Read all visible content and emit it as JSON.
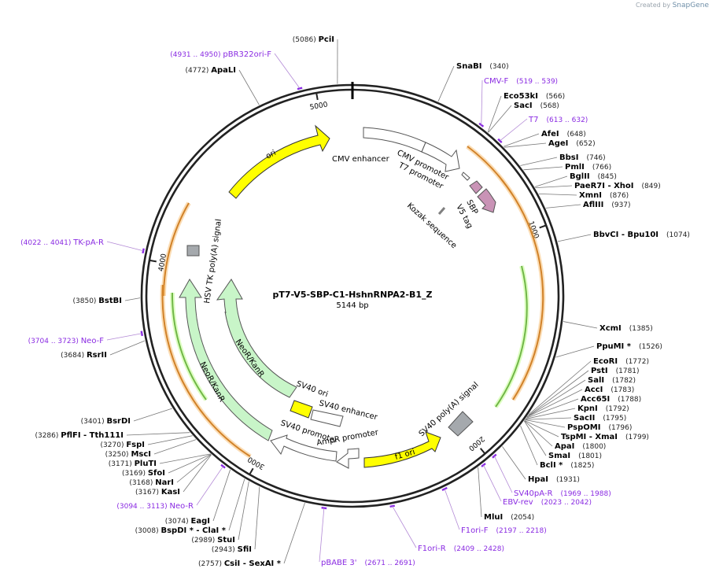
{
  "credit": {
    "prefix": "Created by",
    "brand": "SnapGene"
  },
  "plasmid": {
    "name": "pT7-V5-SBP-C1-HshnRNPA2-B1_Z",
    "length_label": "5144 bp",
    "length": 5144
  },
  "ticks": [
    {
      "bp": 1000,
      "label": "1000"
    },
    {
      "bp": 2000,
      "label": "2000"
    },
    {
      "bp": 3000,
      "label": "3000"
    },
    {
      "bp": 4000,
      "label": "4000"
    },
    {
      "bp": 5000,
      "label": "5000"
    }
  ],
  "enzymes_right": [
    {
      "name": "SnaBI",
      "pos": "(340)",
      "site": 340
    },
    {
      "name": "Eco53kI",
      "pos": "(566)",
      "site": 566
    },
    {
      "name": "SacI",
      "pos": "(568)",
      "site": 568
    },
    {
      "name": "AfeI",
      "pos": "(648)",
      "site": 648
    },
    {
      "name": "AgeI",
      "pos": "(652)",
      "site": 652
    },
    {
      "name": "BbsI",
      "pos": "(746)",
      "site": 746
    },
    {
      "name": "PmlI",
      "pos": "(766)",
      "site": 766
    },
    {
      "name": "BglII",
      "pos": "(845)",
      "site": 845
    },
    {
      "name": "PaeR7I - XhoI",
      "pos": "(849)",
      "site": 849
    },
    {
      "name": "XmnI",
      "pos": "(876)",
      "site": 876
    },
    {
      "name": "AflIII",
      "pos": "(937)",
      "site": 937
    },
    {
      "name": "BbvCI - Bpu10I",
      "pos": "(1074)",
      "site": 1074
    },
    {
      "name": "XcmI",
      "pos": "(1385)",
      "site": 1385
    },
    {
      "name": "PpuMI *",
      "pos": "(1526)",
      "site": 1526
    },
    {
      "name": "EcoRI",
      "pos": "(1772)",
      "site": 1772
    },
    {
      "name": "PstI",
      "pos": "(1781)",
      "site": 1781
    },
    {
      "name": "SalI",
      "pos": "(1782)",
      "site": 1782
    },
    {
      "name": "AccI",
      "pos": "(1783)",
      "site": 1783
    },
    {
      "name": "Acc65I",
      "pos": "(1788)",
      "site": 1788
    },
    {
      "name": "KpnI",
      "pos": "(1792)",
      "site": 1792
    },
    {
      "name": "SacII",
      "pos": "(1795)",
      "site": 1795
    },
    {
      "name": "PspOMI",
      "pos": "(1796)",
      "site": 1796
    },
    {
      "name": "TspMI - XmaI",
      "pos": "(1799)",
      "site": 1799
    },
    {
      "name": "ApaI",
      "pos": "(1800)",
      "site": 1800
    },
    {
      "name": "SmaI",
      "pos": "(1801)",
      "site": 1801
    },
    {
      "name": "BclI *",
      "pos": "(1825)",
      "site": 1825
    },
    {
      "name": "HpaI",
      "pos": "(1931)",
      "site": 1931
    },
    {
      "name": "MluI",
      "pos": "(2054)",
      "site": 2054
    }
  ],
  "enzymes_left": [
    {
      "name": "PciI",
      "pos": "(5086)",
      "site": 5086
    },
    {
      "name": "ApaLI",
      "pos": "(4772)",
      "site": 4772
    },
    {
      "name": "BstBI",
      "pos": "(3850)",
      "site": 3850
    },
    {
      "name": "RsrII",
      "pos": "(3684)",
      "site": 3684
    },
    {
      "name": "BsrDI",
      "pos": "(3401)",
      "site": 3401
    },
    {
      "name": "PflFI - Tth111I",
      "pos": "(3286)",
      "site": 3286
    },
    {
      "name": "FspI",
      "pos": "(3270)",
      "site": 3270
    },
    {
      "name": "MscI",
      "pos": "(3250)",
      "site": 3250
    },
    {
      "name": "PluTI",
      "pos": "(3171)",
      "site": 3171
    },
    {
      "name": "SfoI",
      "pos": "(3169)",
      "site": 3169
    },
    {
      "name": "NarI",
      "pos": "(3168)",
      "site": 3168
    },
    {
      "name": "KasI",
      "pos": "(3167)",
      "site": 3167
    },
    {
      "name": "EagI",
      "pos": "(3074)",
      "site": 3074
    },
    {
      "name": "BspDI * - ClaI *",
      "pos": "(3008)",
      "site": 3008
    },
    {
      "name": "StuI",
      "pos": "(2989)",
      "site": 2989
    },
    {
      "name": "SfiI",
      "pos": "(2943)",
      "site": 2943
    },
    {
      "name": "CsiI - SexAI *",
      "pos": "(2757)",
      "site": 2757
    }
  ],
  "primers": [
    {
      "name": "CMV-F",
      "range": "(519 .. 539)",
      "start": 519,
      "end": 539
    },
    {
      "name": "T7",
      "range": "(613 .. 632)",
      "start": 613,
      "end": 632
    },
    {
      "name": "SV40pA-R",
      "range": "(1969 .. 1988)",
      "start": 1969,
      "end": 1988
    },
    {
      "name": "EBV-rev",
      "range": "(2023 .. 2042)",
      "start": 2023,
      "end": 2042
    },
    {
      "name": "F1ori-F",
      "range": "(2197 .. 2218)",
      "start": 2197,
      "end": 2218
    },
    {
      "name": "F1ori-R",
      "range": "(2409 .. 2428)",
      "start": 2409,
      "end": 2428
    },
    {
      "name": "pBABE 3'",
      "range": "(2671 .. 2691)",
      "start": 2671,
      "end": 2691
    },
    {
      "name": "Neo-R",
      "range": "(3094 .. 3113)",
      "start": 3094,
      "end": 3113
    },
    {
      "name": "Neo-F",
      "range": "(3704 .. 3723)",
      "start": 3704,
      "end": 3723
    },
    {
      "name": "TK-pA-R",
      "range": "(4022 .. 4041)",
      "start": 4022,
      "end": 4041
    },
    {
      "name": "pBR322ori-F",
      "range": "(4931 .. 4950)",
      "start": 4931,
      "end": 4950
    }
  ],
  "features": [
    {
      "name": "CMV enhancer",
      "color": "#ffffff"
    },
    {
      "name": "CMV promoter",
      "color": "#ffffff"
    },
    {
      "name": "T7 promoter",
      "color": "#ffffff"
    },
    {
      "name": "Kozak sequence",
      "color": "#808080"
    },
    {
      "name": "V5 tag",
      "color": "#c993b6"
    },
    {
      "name": "SBP",
      "color": "#c993b6"
    },
    {
      "name": "SV40 poly(A) signal",
      "color": "#a5a9ad"
    },
    {
      "name": "f1 ori",
      "color": "#ffff00"
    },
    {
      "name": "AmpR promoter",
      "color": "#ffffff"
    },
    {
      "name": "SV40 promoter",
      "color": "#ffffff"
    },
    {
      "name": "SV40 enhancer",
      "color": "#ffffff"
    },
    {
      "name": "SV40 ori",
      "color": "#ffff00"
    },
    {
      "name": "NeoR/KanR",
      "color": "#c8f5c8"
    },
    {
      "name": "NeoR/KanR",
      "color": "#c8f5c8"
    },
    {
      "name": "HSV TK poly(A) signal",
      "color": "#a5a9ad"
    },
    {
      "name": "ori",
      "color": "#ffff00"
    }
  ]
}
